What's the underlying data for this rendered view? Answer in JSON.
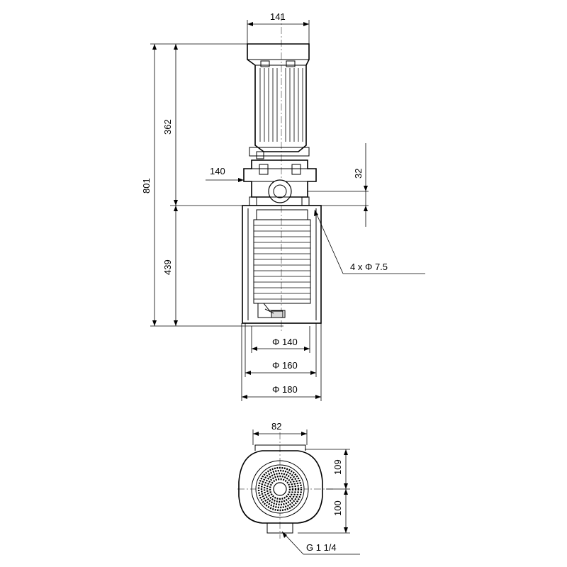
{
  "dimensions": {
    "motor_width": "141",
    "total_height": "801",
    "motor_height": "362",
    "pump_height": "439",
    "port_offset": "140",
    "flange_height": "32",
    "holes": "4  x Φ 7.5",
    "dia_140": "Φ 140",
    "dia_160": "Φ 160",
    "dia_180": "Φ 180",
    "top_width": "82",
    "top_upper": "109",
    "top_lower": "100",
    "thread": "G 1 1/4"
  }
}
